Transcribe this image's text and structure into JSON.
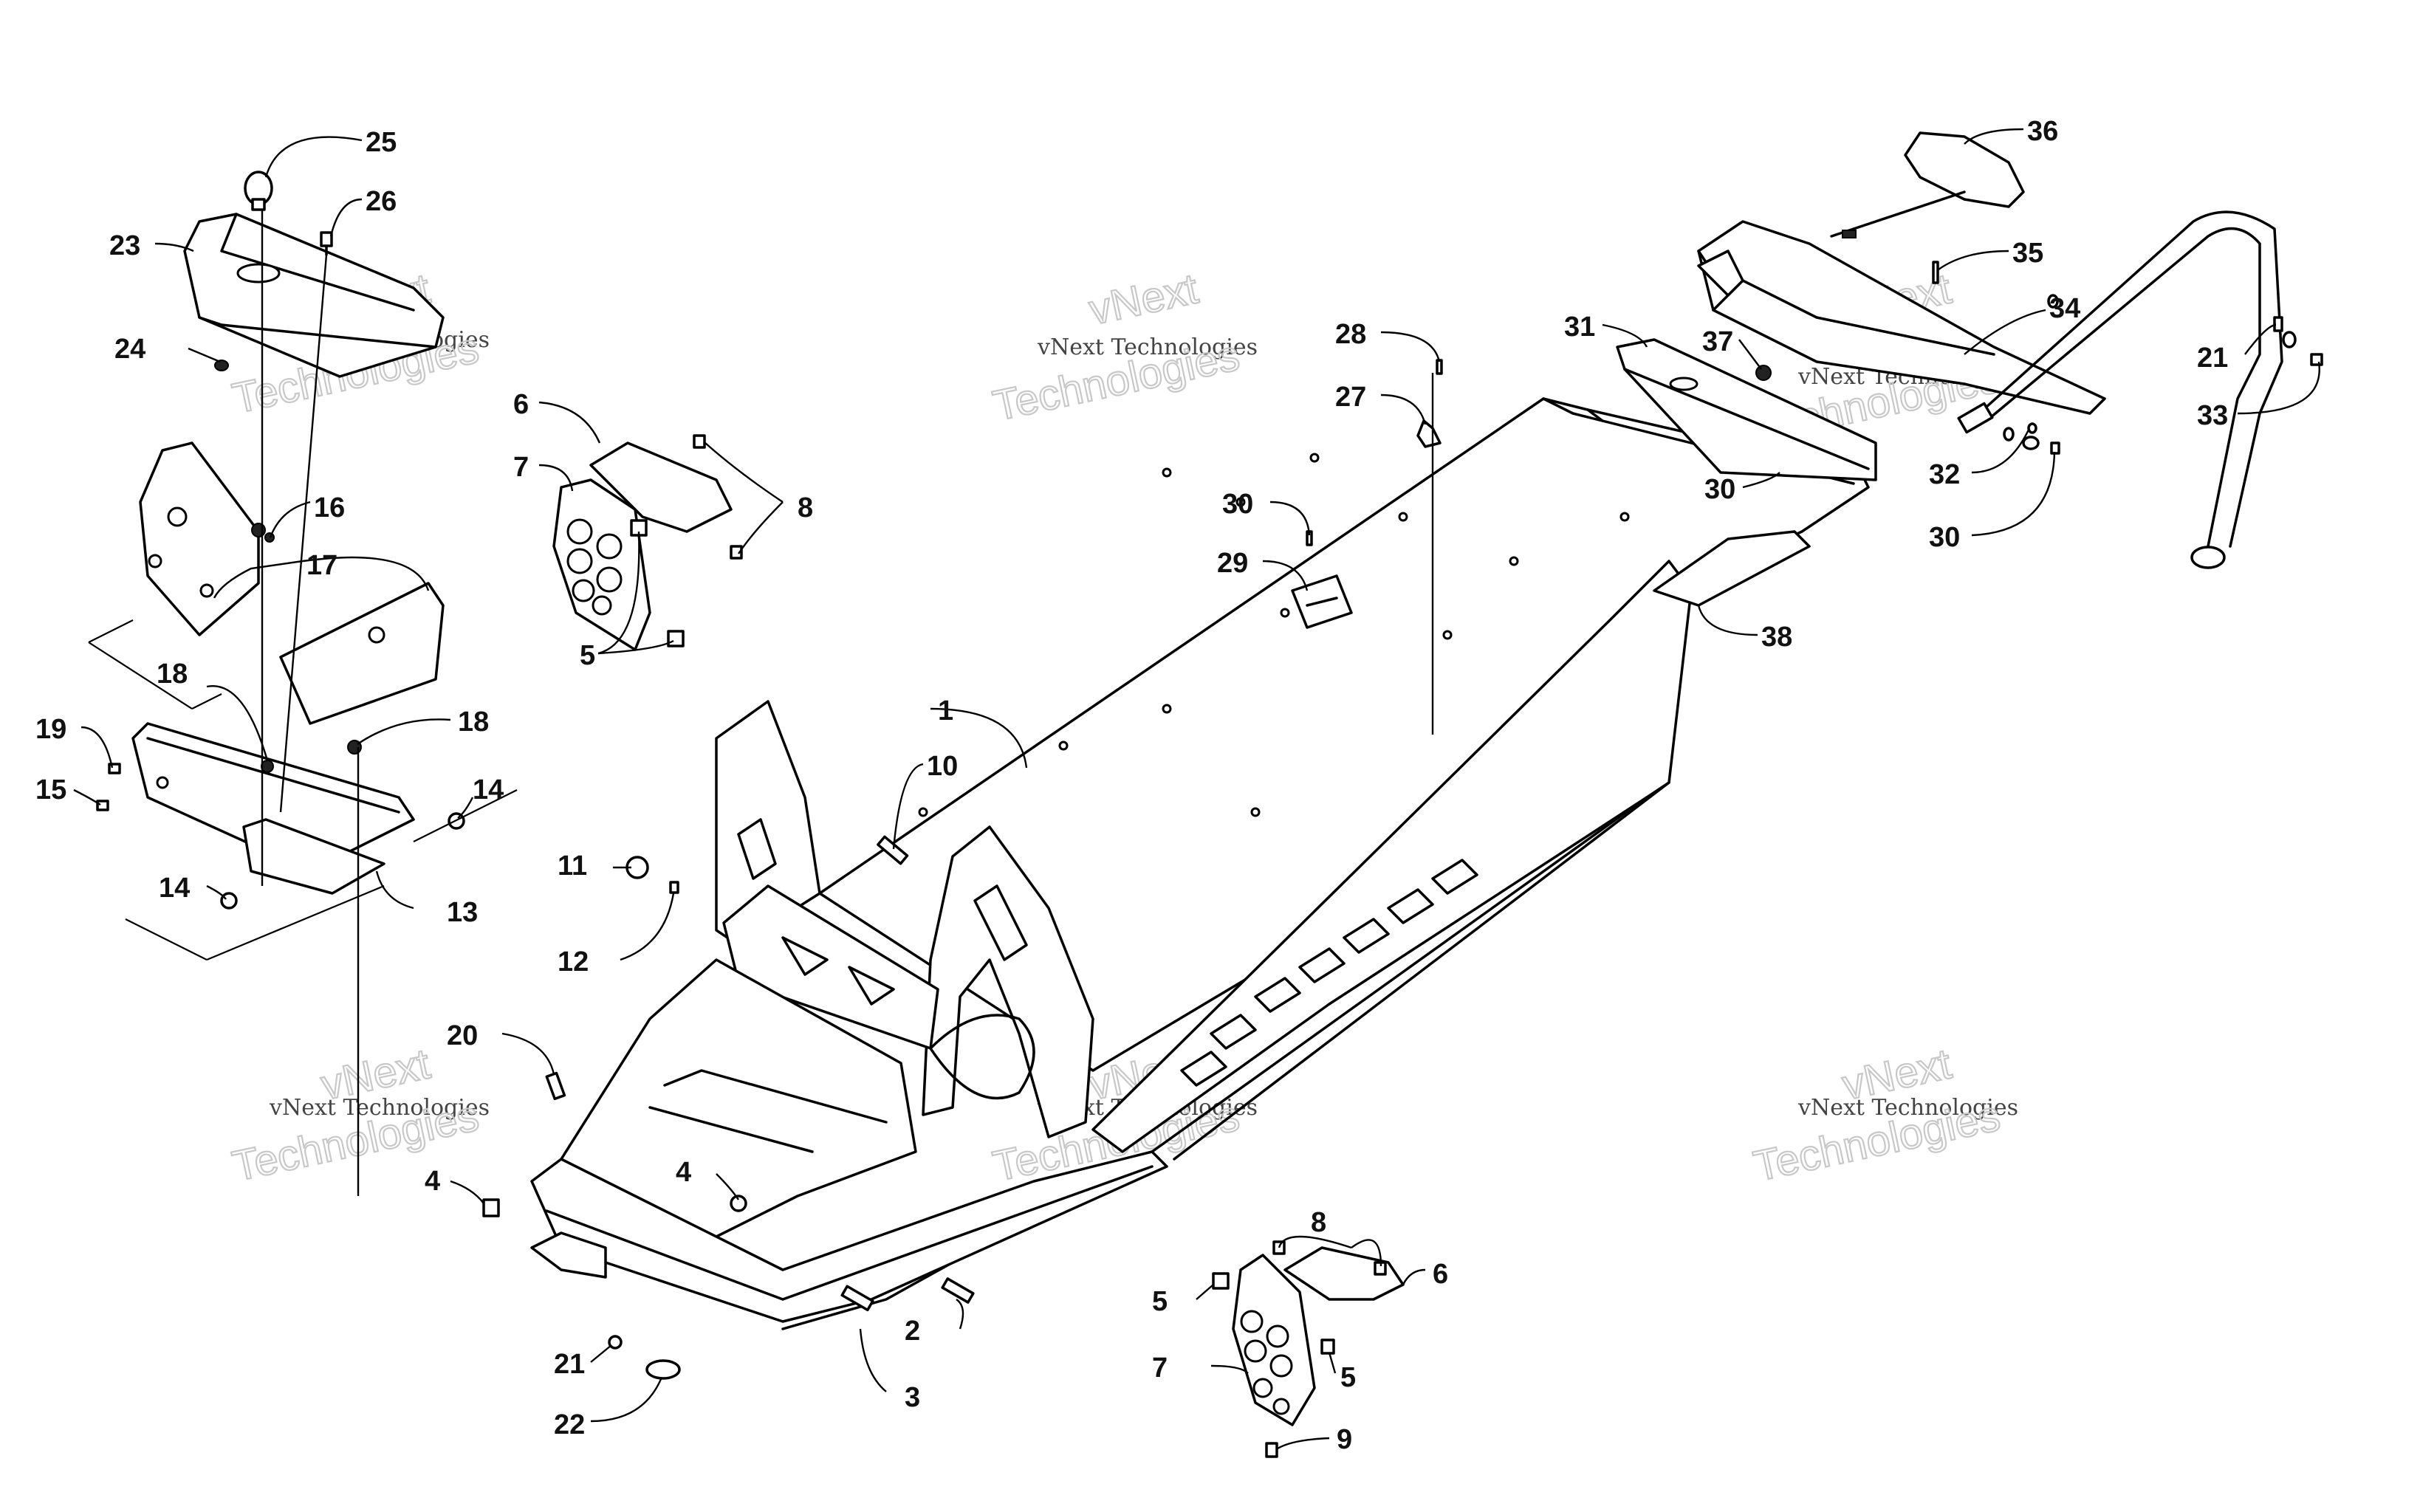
{
  "callouts": {
    "c25": "25",
    "c26": "26",
    "c23": "23",
    "c24": "24",
    "c16": "16",
    "c17": "17",
    "c18a": "18",
    "c18b": "18",
    "c19": "19",
    "c15": "15",
    "c14a": "14",
    "c14b": "14",
    "c13": "13",
    "c6a": "6",
    "c7a": "7",
    "c8a": "8",
    "c5a": "5",
    "c1": "1",
    "c10": "10",
    "c11": "11",
    "c12": "12",
    "c20": "20",
    "c4a": "4",
    "c4b": "4",
    "c21a": "21",
    "c22": "22",
    "c3": "3",
    "c2": "2",
    "c28": "28",
    "c27": "27",
    "c30a": "30",
    "c29": "29",
    "c31": "31",
    "c30b": "30",
    "c37": "37",
    "c34": "34",
    "c35": "35",
    "c36": "36",
    "c38": "38",
    "c21b": "21",
    "c33": "33",
    "c32": "32",
    "c30c": "30",
    "c8b": "8",
    "c6b": "6",
    "c5b": "5",
    "c5c": "5",
    "c7b": "7",
    "c9": "9"
  },
  "watermarks": [
    {
      "line1": "vNext Technologies",
      "line2": "Technologies"
    },
    {
      "line1": "vNext Technologies",
      "line2": "Technologies"
    },
    {
      "line1": "vNext Technologies",
      "line2": "Technologies"
    },
    {
      "line1": "vNext Technologies",
      "line2": "Technologies"
    },
    {
      "line1": "vNext Technologies",
      "line2": "Technologies"
    },
    {
      "line1": "vNext Technologies",
      "line2": "Technologies"
    }
  ],
  "watermark_brand": "vNext"
}
